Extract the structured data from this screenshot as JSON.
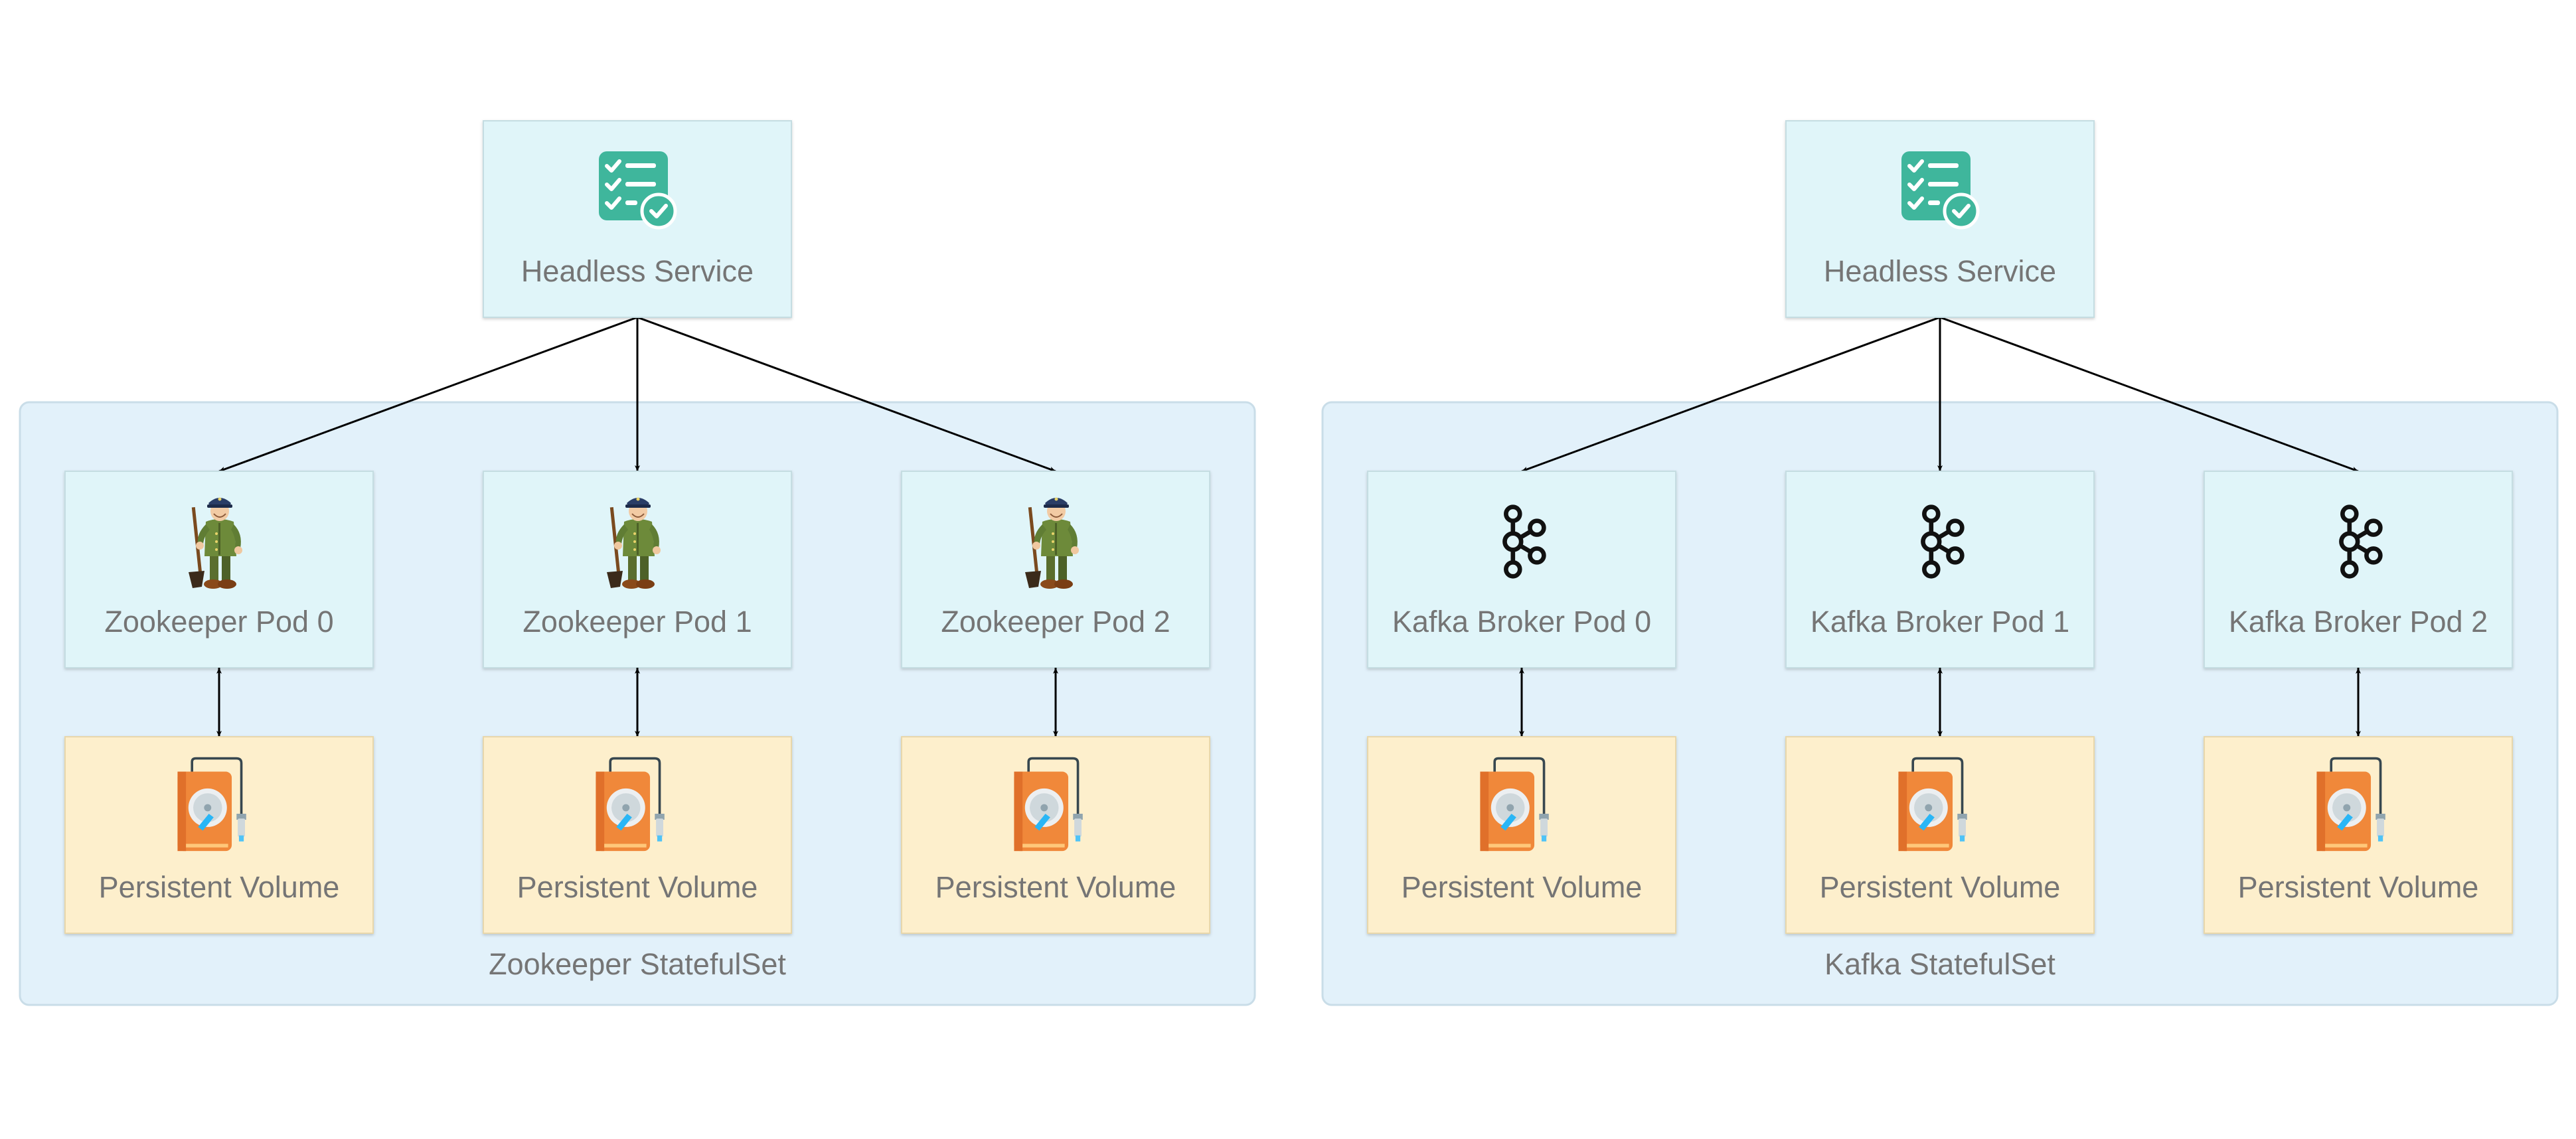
{
  "colors": {
    "background": "#ffffff",
    "group_fill": "#e2f1fa",
    "group_stroke": "#c9dde8",
    "node_fill": "#e0f5f9",
    "node_stroke": "#c5dde2",
    "volume_fill": "#fdefcc",
    "volume_stroke": "#e8d7ab",
    "text": "#757575",
    "arrow": "#000000",
    "service_icon": "#3fb69c",
    "drive_orange": "#f0883a",
    "kafka_icon": "#111111"
  },
  "zookeeper": {
    "service_label": "Headless Service",
    "service_icon": "checklist-icon",
    "group_label": "Zookeeper StatefulSet",
    "pod_icon": "zookeeper-keeper-icon",
    "pods": [
      {
        "label": "Zookeeper Pod 0",
        "volume_label": "Persistent Volume"
      },
      {
        "label": "Zookeeper Pod 1",
        "volume_label": "Persistent Volume"
      },
      {
        "label": "Zookeeper Pod 2",
        "volume_label": "Persistent Volume"
      }
    ]
  },
  "kafka": {
    "service_label": "Headless Service",
    "service_icon": "checklist-icon",
    "group_label": "Kafka StatefulSet",
    "pod_icon": "kafka-logo-icon",
    "pods": [
      {
        "label": "Kafka Broker Pod 0",
        "volume_label": "Persistent Volume"
      },
      {
        "label": "Kafka Broker Pod 1",
        "volume_label": "Persistent Volume"
      },
      {
        "label": "Kafka Broker Pod 2",
        "volume_label": "Persistent Volume"
      }
    ]
  },
  "volume_icon": "hard-drive-icon"
}
